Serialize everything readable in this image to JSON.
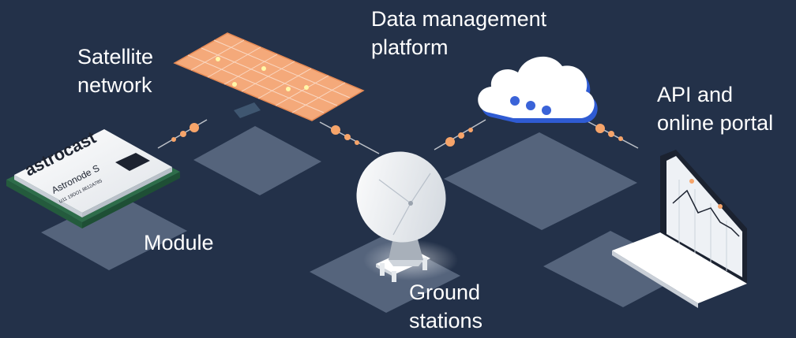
{
  "labels": {
    "satellite": {
      "line1": "Satellite",
      "line2": "network"
    },
    "data_platform": {
      "line1": "Data management",
      "line2": "platform"
    },
    "api": {
      "line1": "API and",
      "line2": "online portal"
    },
    "module": "Module",
    "ground": {
      "line1": "Ground",
      "line2": "stations"
    }
  },
  "module_chip": {
    "brand": "astrocast",
    "model": "Astronode S",
    "serial": "U11 19DO1 8612A785"
  },
  "colors": {
    "background": "#233149",
    "tile": "#5b6a82",
    "accent_orange": "#f6a46a",
    "solar_panel": "#f4a97a",
    "cloud_dots": "#3a63d8"
  }
}
